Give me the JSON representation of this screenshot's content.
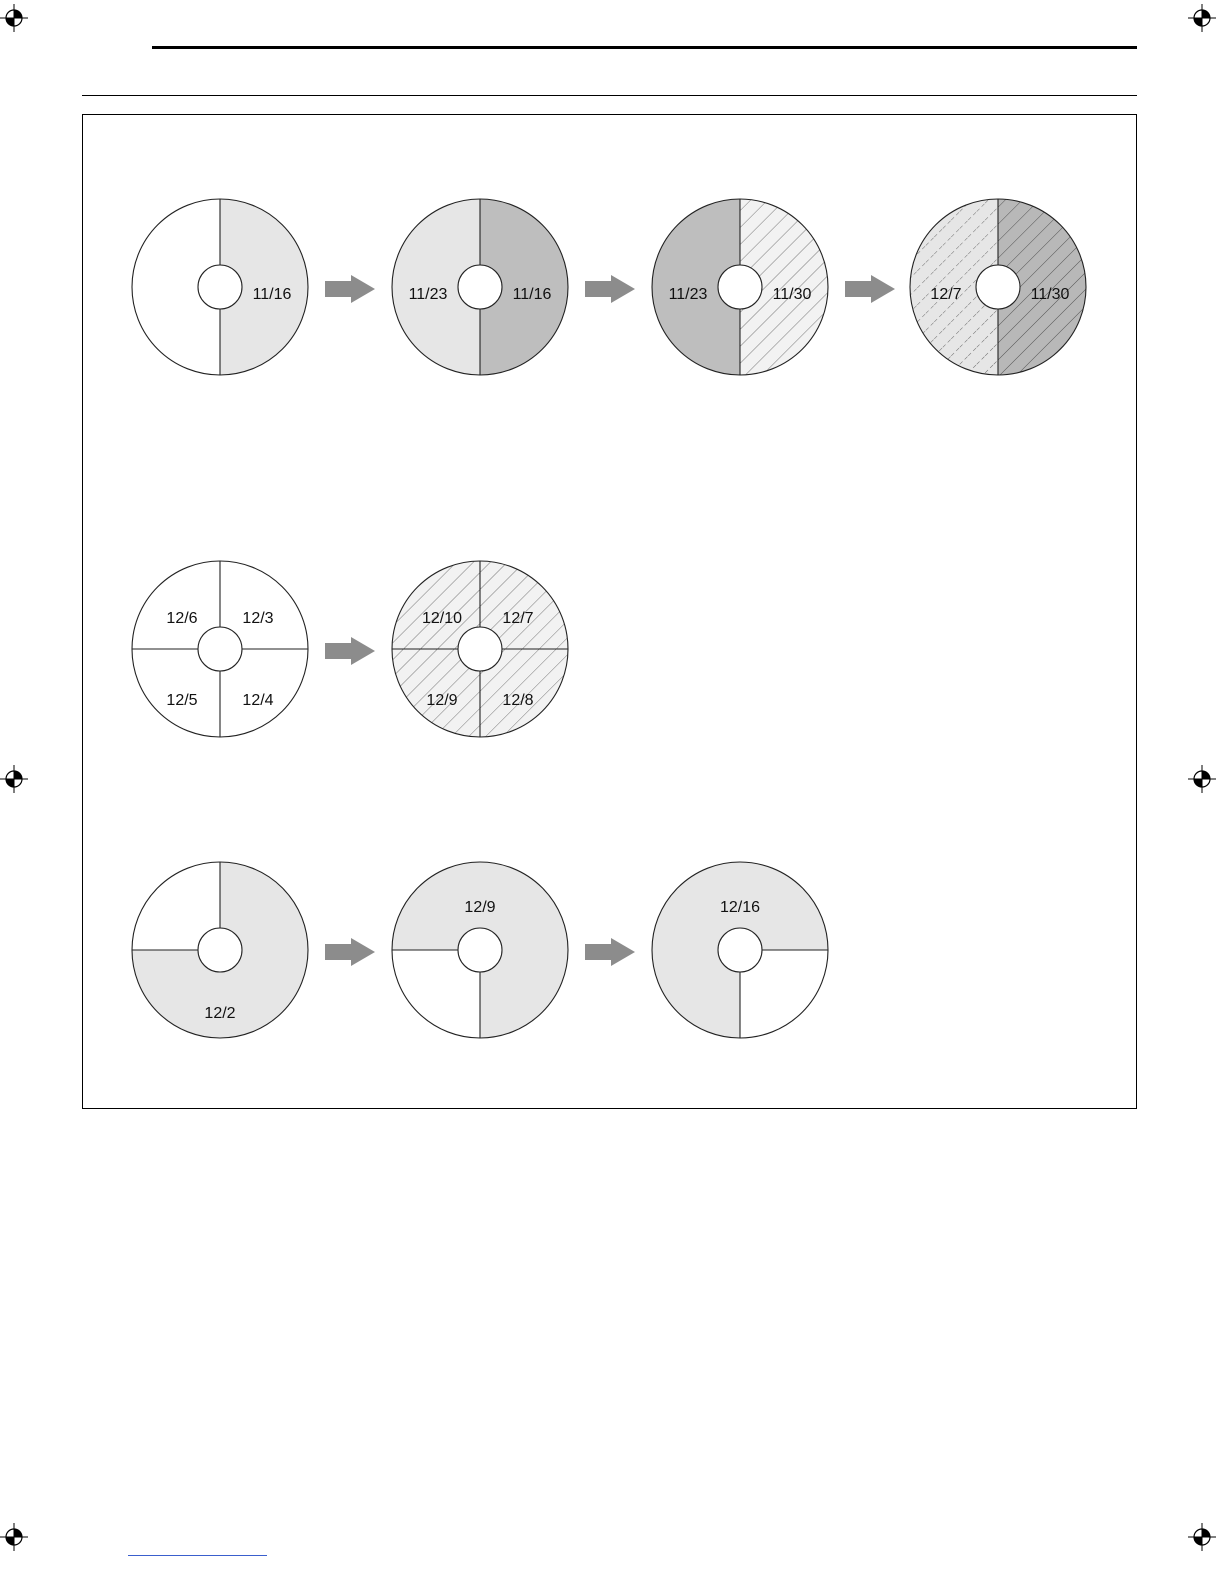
{
  "colors": {
    "light": "#e6e6e6",
    "dark": "#bebebe",
    "line": "#222222",
    "arrow": "#8c8c8c",
    "hatch_light": "#777777",
    "hatch_dark": "#555555"
  },
  "rows": [
    {
      "discs": [
        {
          "split": "halves",
          "segments": [
            {
              "region": "left",
              "fill": "white",
              "label": ""
            },
            {
              "region": "right",
              "fill": "light",
              "label": "11/16"
            }
          ]
        },
        {
          "split": "halves",
          "segments": [
            {
              "region": "left",
              "fill": "light",
              "label": "11/23"
            },
            {
              "region": "right",
              "fill": "dark",
              "label": "11/16"
            }
          ]
        },
        {
          "split": "halves",
          "segments": [
            {
              "region": "left",
              "fill": "dark",
              "label": "11/23"
            },
            {
              "region": "right",
              "fill": "hatch-light",
              "label": "11/30"
            }
          ]
        },
        {
          "split": "halves",
          "segments": [
            {
              "region": "left",
              "fill": "hatch-dashed",
              "label": "12/7"
            },
            {
              "region": "right",
              "fill": "hatch-dark",
              "label": "11/30"
            }
          ]
        }
      ]
    },
    {
      "discs": [
        {
          "split": "quarters",
          "segments": [
            {
              "region": "tl",
              "fill": "white",
              "label": "12/6"
            },
            {
              "region": "tr",
              "fill": "white",
              "label": "12/3"
            },
            {
              "region": "bl",
              "fill": "white",
              "label": "12/5"
            },
            {
              "region": "br",
              "fill": "white",
              "label": "12/4"
            }
          ]
        },
        {
          "split": "quarters",
          "segments": [
            {
              "region": "tl",
              "fill": "hatch-light",
              "label": "12/10"
            },
            {
              "region": "tr",
              "fill": "hatch-light",
              "label": "12/7"
            },
            {
              "region": "bl",
              "fill": "hatch-light",
              "label": "12/9"
            },
            {
              "region": "br",
              "fill": "hatch-light",
              "label": "12/8"
            }
          ]
        }
      ]
    },
    {
      "discs": [
        {
          "split": "quarter-lines",
          "segments": [
            {
              "region": "tl",
              "fill": "white",
              "label": ""
            },
            {
              "region": "rest-tl",
              "fill": "light",
              "label": "12/2"
            }
          ]
        },
        {
          "split": "quarter-lines",
          "segments": [
            {
              "region": "bl",
              "fill": "white",
              "label": ""
            },
            {
              "region": "rest-bl",
              "fill": "light",
              "label": "12/9"
            }
          ]
        },
        {
          "split": "quarter-lines",
          "segments": [
            {
              "region": "br",
              "fill": "white",
              "label": ""
            },
            {
              "region": "rest-br",
              "fill": "light",
              "label": "12/16"
            }
          ]
        }
      ]
    }
  ]
}
